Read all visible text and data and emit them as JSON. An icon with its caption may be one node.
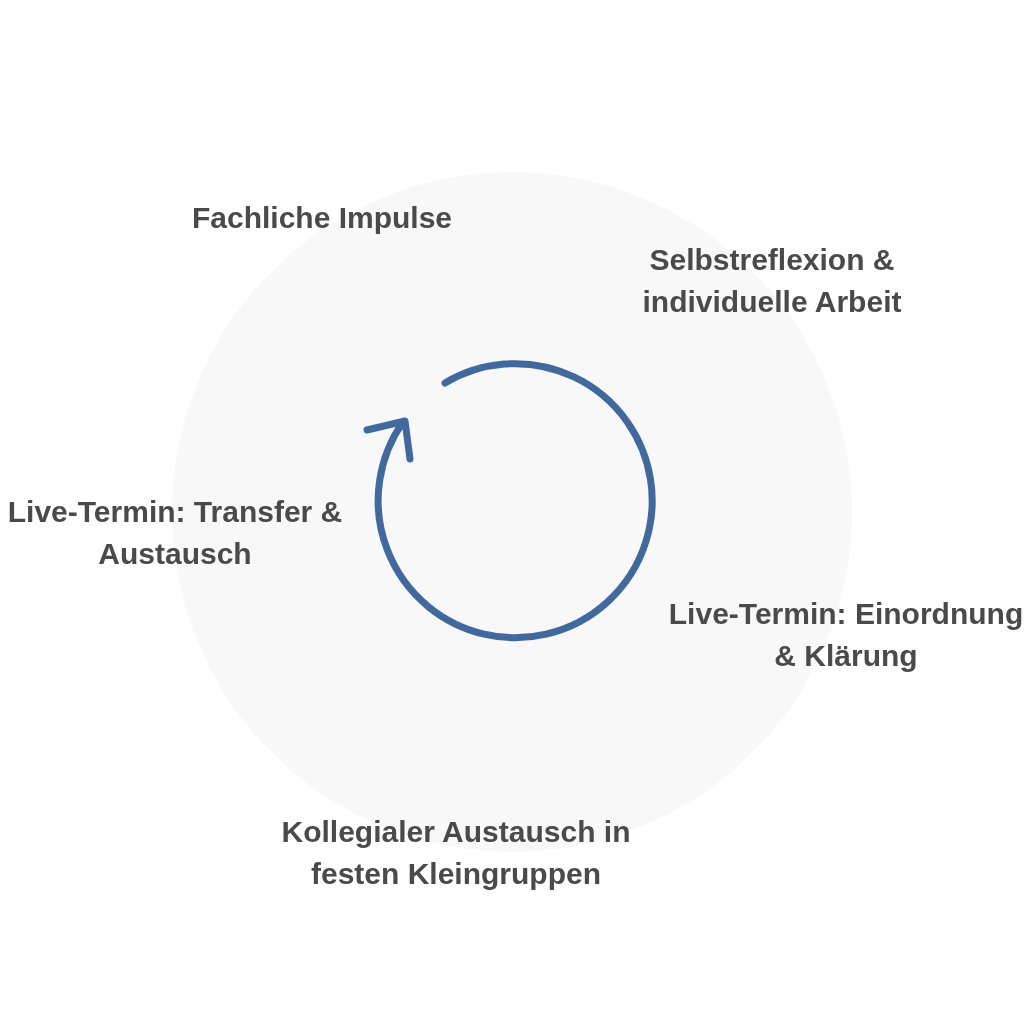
{
  "diagram": {
    "nodes": [
      {
        "text": [
          "Fachliche Impulse"
        ]
      },
      {
        "text": [
          "Selbstreflexion & individuelle Arbeit"
        ]
      },
      {
        "text": [
          "Live-Termin: Einordnung & Klärung"
        ]
      },
      {
        "text": [
          "Kollegialer Austausch in festen Kleingruppen"
        ]
      },
      {
        "text": [
          "Live-Termin: Transfer & Austausch"
        ]
      }
    ],
    "edges": []
  }
}
